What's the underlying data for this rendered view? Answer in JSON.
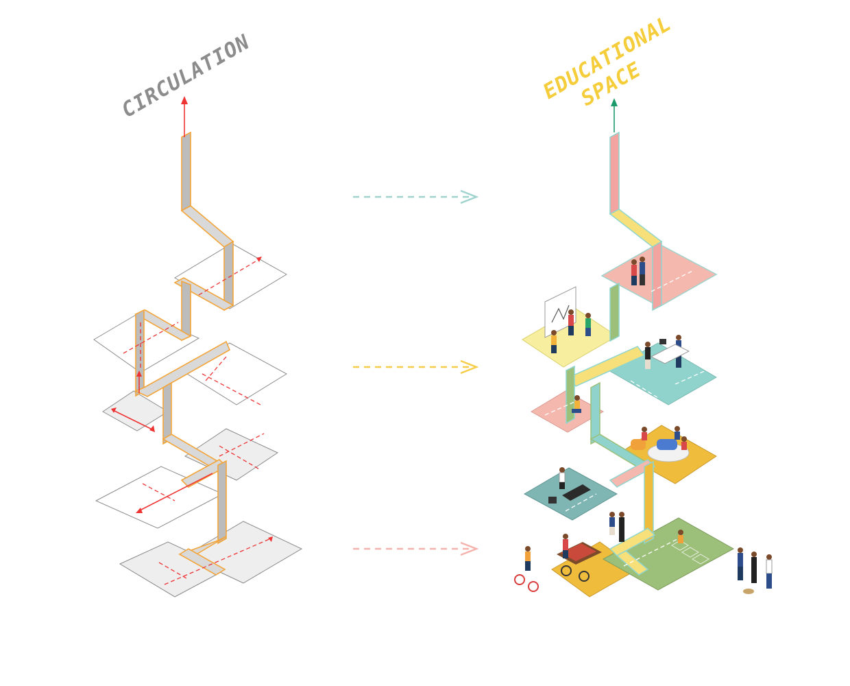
{
  "left_panel": {
    "title": "CIRCULATION"
  },
  "right_panel": {
    "title": "EDUCATIONAL\nSPACE",
    "title_line1": "EDUCATIONAL",
    "title_line2": "SPACE"
  },
  "colors": {
    "left_title": "#8c8c8c",
    "right_title": "#f5cd3b",
    "circulation_arrow": "#e33333",
    "ribbon_outline": "#f3a53a",
    "ribbon_fill": "#bcbcbc",
    "zone_pink": "#f5b8ae",
    "zone_yellow": "#f7ef9f",
    "zone_teal": "#8fd3cc",
    "zone_gold": "#efbc3c",
    "zone_green": "#9cbf7a",
    "zone_slate": "#7fb6b3",
    "arrow_top": "#9fd3cd",
    "arrow_middle": "#f6cd48",
    "arrow_bottom": "#f3b3ac",
    "exit_arrow_right": "#1a9a6a"
  },
  "icons": {
    "transition_arrow": "dashed-arrow-right-icon",
    "exit_arrow": "arrow-up-icon"
  }
}
